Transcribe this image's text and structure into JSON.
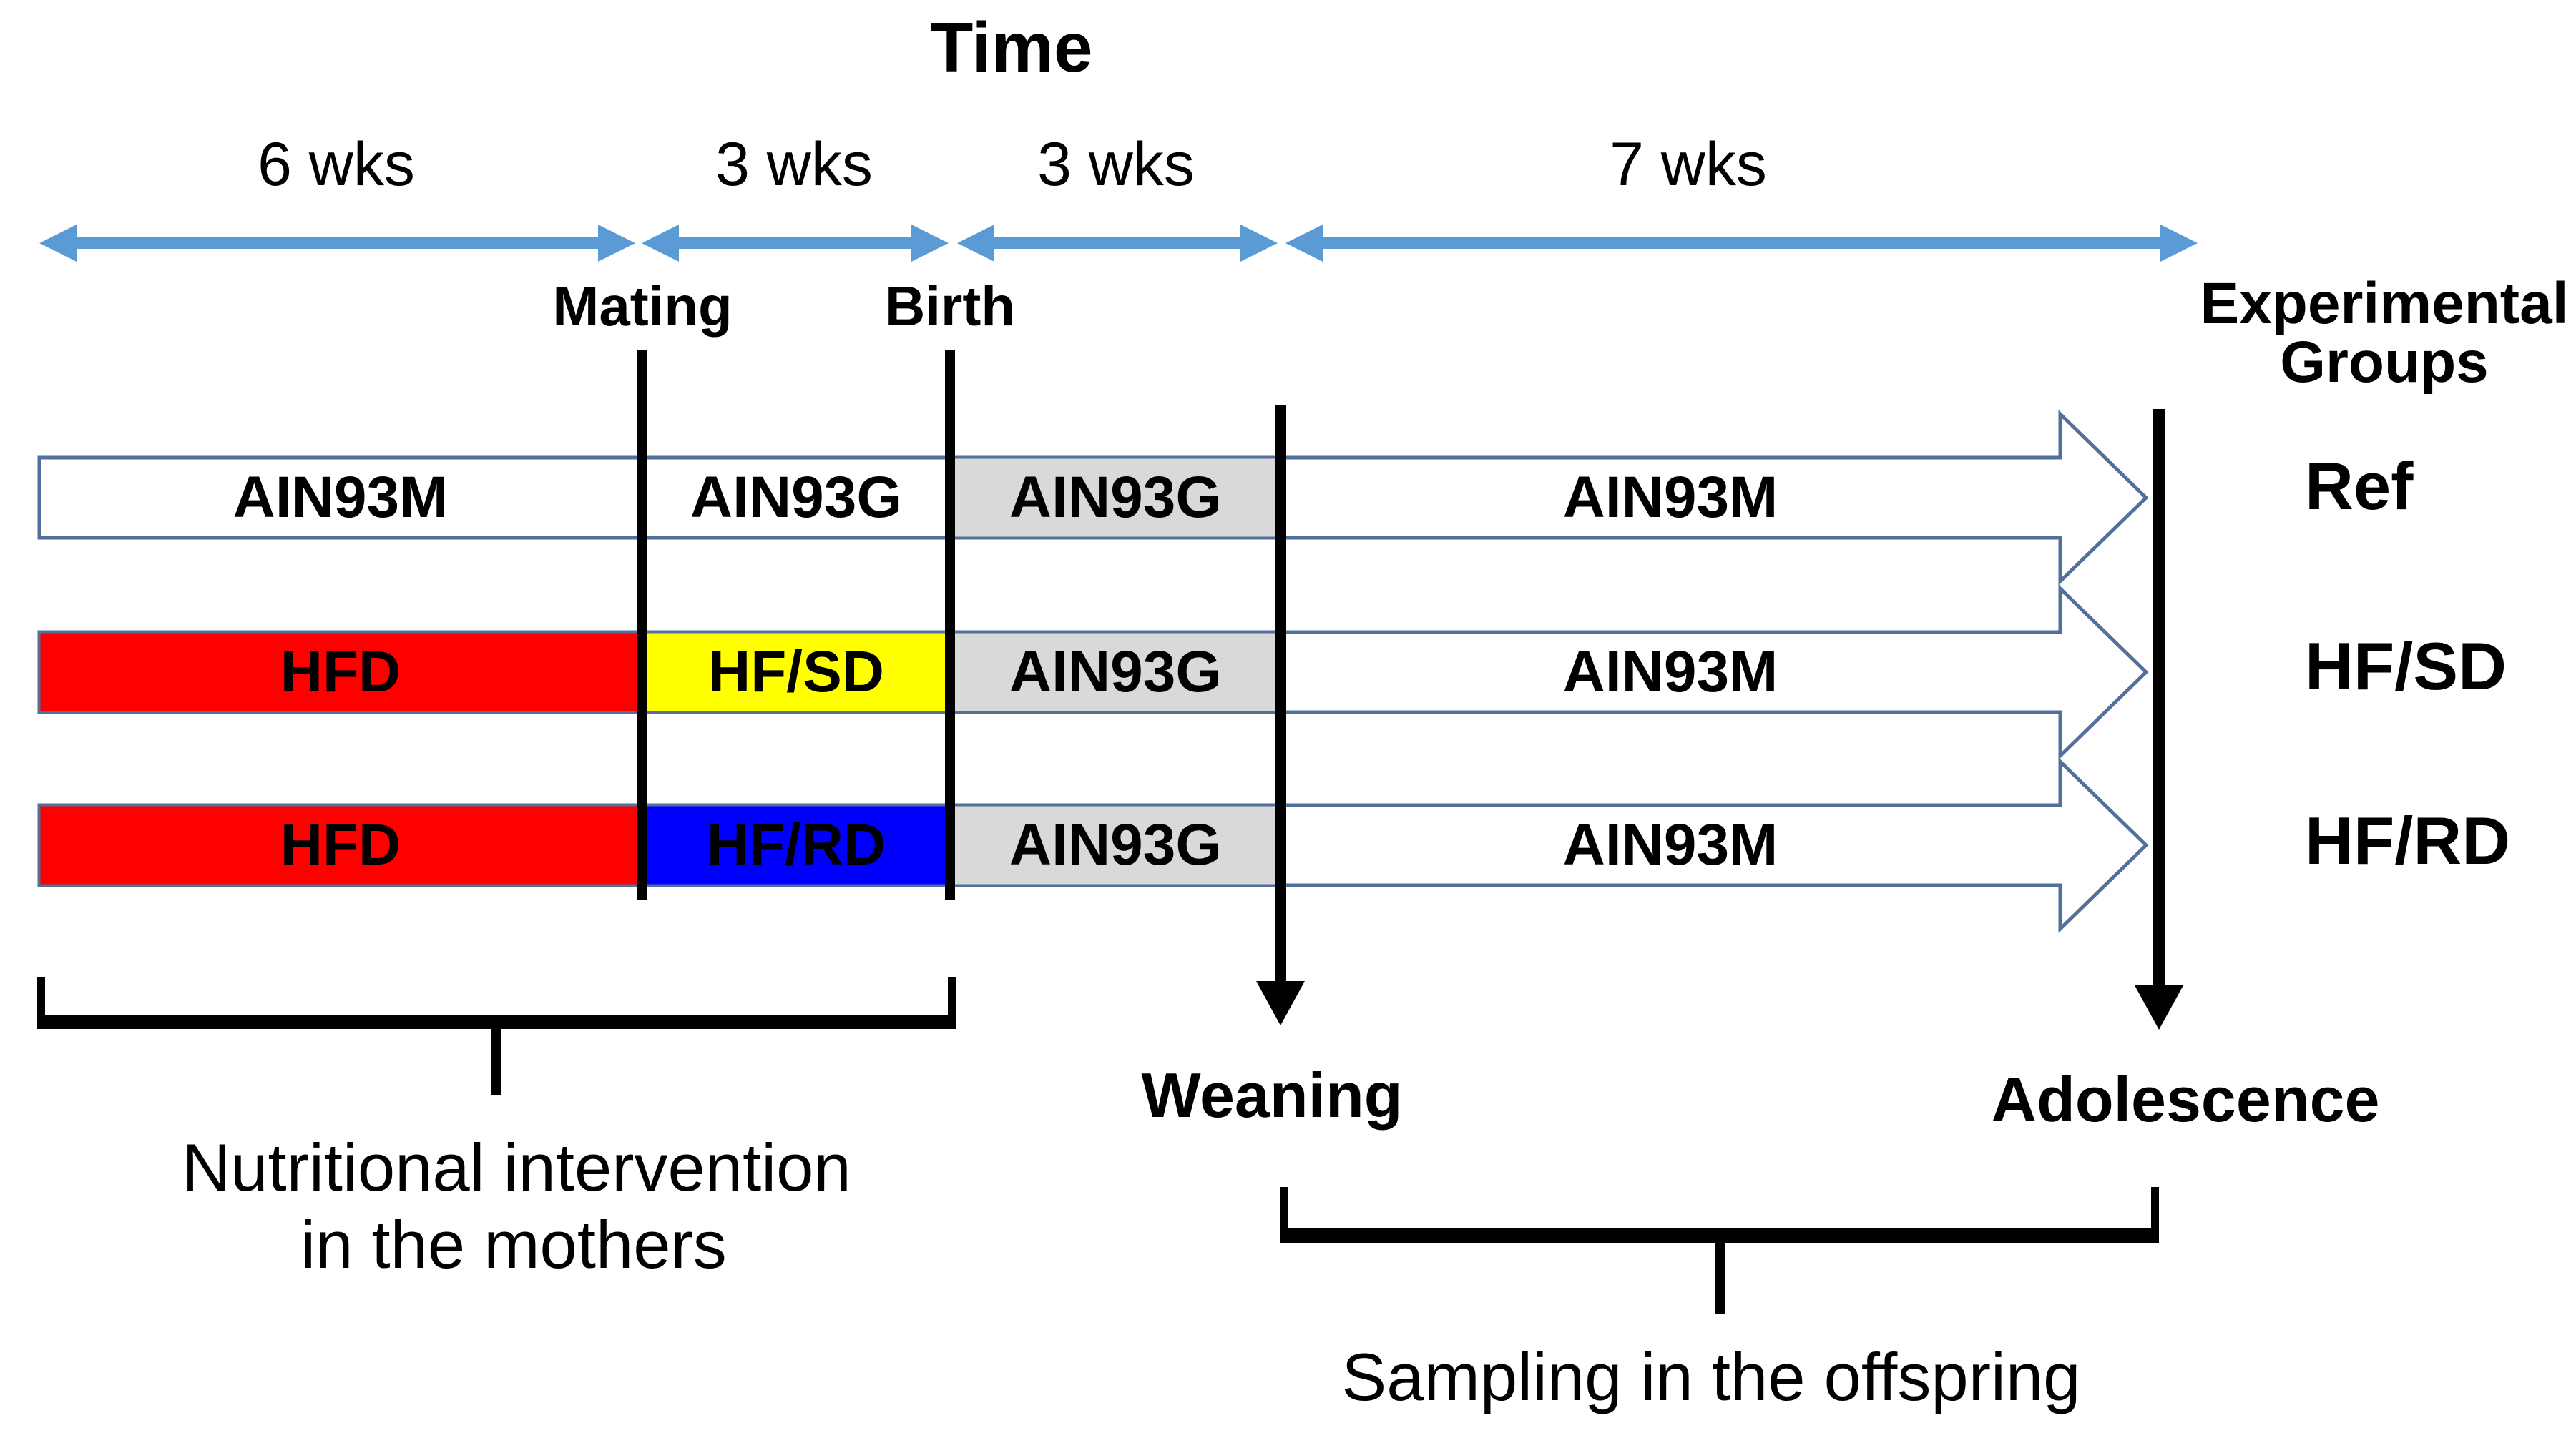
{
  "figure": {
    "title": "Time",
    "durations": [
      "6 wks",
      "3 wks",
      "3 wks",
      "7 wks"
    ],
    "events": {
      "mating": "Mating",
      "birth": "Birth",
      "weaning": "Weaning",
      "adolescence": "Adolescence"
    },
    "groups_header": {
      "line1": "Experimental",
      "line2": "Groups"
    },
    "rows": [
      {
        "group": "Ref",
        "segments": [
          "AIN93M",
          "AIN93G",
          "AIN93G",
          "AIN93M"
        ]
      },
      {
        "group": "HF/SD",
        "segments": [
          "HFD",
          "HF/SD",
          "AIN93G",
          "AIN93M"
        ]
      },
      {
        "group": "HF/RD",
        "segments": [
          "HFD",
          "HF/RD",
          "AIN93G",
          "AIN93M"
        ]
      }
    ],
    "annotations": {
      "mothers_line1": "Nutritional intervention",
      "mothers_line2": "in the mothers",
      "offspring": "Sampling in the offspring"
    },
    "colors": {
      "timeline_arrow": "#5B9BD5",
      "band_outline": "#527099",
      "hfd_red": "#FF0000",
      "hf_sd_yellow": "#FFFF00",
      "hf_rd_blue": "#0000FF",
      "ain93g_gray": "#D9D9D9",
      "white_diet": "#FFFFFF",
      "marker_black": "#000000"
    }
  }
}
